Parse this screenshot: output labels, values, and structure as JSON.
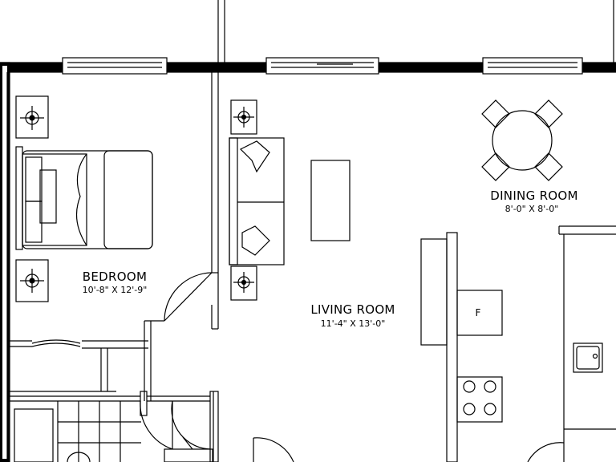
{
  "rooms": {
    "bedroom": {
      "name": "BEDROOM",
      "dimensions": "10'-8\" X 12'-9\""
    },
    "living_room": {
      "name": "LIVING ROOM",
      "dimensions": "11'-4\" X 13'-0\""
    },
    "dining_room": {
      "name": "DINING ROOM",
      "dimensions": "8'-0\" X 8'-0\""
    }
  },
  "fridge_label": "F"
}
